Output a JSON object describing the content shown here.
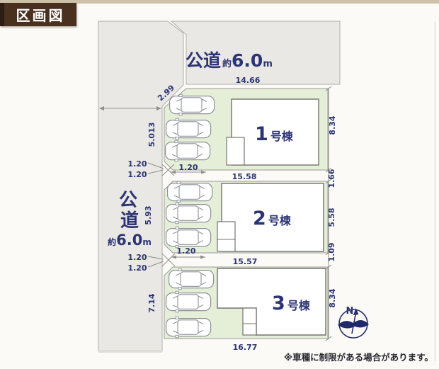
{
  "badge": {
    "label": "区画図"
  },
  "roads": {
    "top_label": {
      "name": "公道",
      "approx": "約",
      "value": "6.0",
      "unit": "m"
    },
    "left_label": {
      "char_1": "公",
      "char_2": "道",
      "approx": "約",
      "value": "6.0",
      "unit": "m"
    }
  },
  "buildings": [
    {
      "number": "1",
      "suffix": "号棟"
    },
    {
      "number": "2",
      "suffix": "号棟"
    },
    {
      "number": "3",
      "suffix": "号棟"
    }
  ],
  "dimensions": {
    "road_top_frontage": "14.66",
    "lot1_corner_diagonal": "2.99",
    "lot1_west_side": "5.013",
    "lot1_corner_cut_a": "1.20",
    "lot1_corner_cut_b": "1.20",
    "lot1_corner_cut_depth": "1.20",
    "lot1_south_side": "15.58",
    "lot1_east_side": "8.34",
    "east_offset_1": "1.66",
    "lot2_west_side": "5.93",
    "lot2_east_side": "5.58",
    "east_offset_2": "1.09",
    "lot2_south_side": "15.57",
    "lot2_corner_cut_a": "1.20",
    "lot2_corner_cut_b": "1.20",
    "lot2_corner_cut_depth": "1.20",
    "lot3_west_side": "7.14",
    "lot3_east_side": "8.34",
    "lot3_south_side": "16.77"
  },
  "compass": {
    "north": "N"
  },
  "note": "※車種に制限がある場合があります。",
  "colors": {
    "accent_brown": "#49301f",
    "road_gray": "#e9e8e4",
    "lot_green": "#e5efd8",
    "text_navy": "#2c3474",
    "strip_tan": "#cdc0a8"
  }
}
